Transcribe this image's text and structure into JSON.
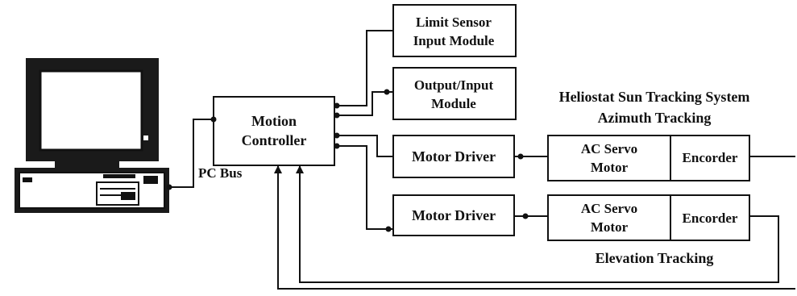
{
  "modules": {
    "limit_sensor": {
      "line1": "Limit Sensor",
      "line2": "Input Module"
    },
    "output_input": {
      "line1": "Output/Input",
      "line2": "Module"
    },
    "motion_controller": {
      "line1": "Motion",
      "line2": "Controller"
    },
    "motor_driver_1": {
      "label": "Motor Driver"
    },
    "motor_driver_2": {
      "label": "Motor Driver"
    },
    "servo_motor_1": {
      "line1": "AC Servo",
      "line2": "Motor"
    },
    "servo_motor_2": {
      "line1": "AC Servo",
      "line2": "Motor"
    },
    "encoder_1": {
      "label": "Encorder"
    },
    "encoder_2": {
      "label": "Encorder"
    }
  },
  "labels": {
    "pc_bus": "PC Bus",
    "system_title": "Heliostat Sun Tracking System",
    "azimuth": "Azimuth Tracking",
    "elevation": "Elevation Tracking"
  }
}
